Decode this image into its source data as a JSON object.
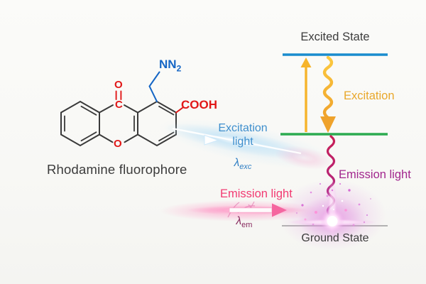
{
  "figure": {
    "molecule": {
      "name_label": "Rhodamine fluorophore",
      "atom_carbonyl_oxygen": "O",
      "atom_carbonyl_carbon": "C",
      "atom_ring_oxygen": "O",
      "group_azide_main": "NN",
      "group_azide_subscript": "2",
      "group_carboxyl": "COOH",
      "colors": {
        "bond": "#3a3a3a",
        "heteroatom": "#e11818",
        "azide": "#1566c5"
      }
    },
    "excitation_beam": {
      "label_line1": "Excitation",
      "label_line2": "light",
      "lambda_symbol": "λ",
      "lambda_subscript": "exc",
      "text_color": "#3f8fcd",
      "beam_color": "#bfe2f7"
    },
    "emission_beam": {
      "label": "Emission light",
      "lambda_symbol": "λ",
      "lambda_subscript": "em",
      "text_color": "#f23a72",
      "lambda_color": "#882a5e",
      "beam_color": "#ff8fc2"
    },
    "energy_diagram": {
      "excited_state_label": "Excited State",
      "ground_state_label": "Ground State",
      "excitation_label": "Excitation",
      "emission_label": "Emission light",
      "colors": {
        "excited_level": "#1a8cce",
        "relaxed_level": "#2cab50",
        "ground_level": "#9c9c9c",
        "excitation_arrow": "#f6b42b",
        "excitation_text": "#e9a82c",
        "emission_wave": "#bd1d62",
        "emission_text": "#a2278e",
        "state_text": "#3c3c3c"
      }
    }
  }
}
